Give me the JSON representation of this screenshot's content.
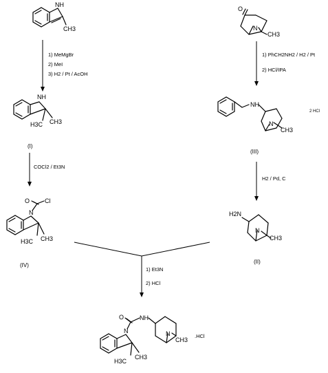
{
  "compounds": {
    "start_top_left": {
      "atoms": {
        "nh": "NH",
        "me": "CH3"
      }
    },
    "compound_I": {
      "label": "(I)",
      "atoms": {
        "nh": "NH",
        "h3c": "H3C",
        "me": "CH3"
      }
    },
    "compound_IV": {
      "label": "(IV)",
      "atoms": {
        "o": "O",
        "cl": "Cl",
        "n": "N",
        "h3c": "H3C",
        "me": "CH3"
      }
    },
    "start_top_right": {
      "atoms": {
        "o": "O",
        "n": "N",
        "me": "CH3"
      }
    },
    "compound_III": {
      "label": "(III)",
      "atoms": {
        "nh": "NH",
        "n": "N",
        "me": "CH3"
      },
      "salt": "2 HCl"
    },
    "compound_II": {
      "label": "(II)",
      "atoms": {
        "h2n": "H2N",
        "n": "N",
        "me": "CH3"
      }
    },
    "product": {
      "atoms": {
        "o": "O",
        "nh": "NH",
        "n1": "N",
        "n2": "N",
        "h3c": "H3C",
        "me1": "CH3",
        "me2": "CH3"
      },
      "salt": ".HCl"
    }
  },
  "conditions": {
    "step1": [
      "1) MeMgBr",
      "2) MeI",
      "3) H2 / Pt / AcOH"
    ],
    "step2": [
      "COCl2 / Et3N"
    ],
    "step3": [
      "1) PhCH2NH2 / H2 / Pt",
      "2) HCl/IPA"
    ],
    "step4": [
      "H2 / Pd, C"
    ],
    "step5": [
      "1) Et3N",
      "2) HCl"
    ]
  }
}
